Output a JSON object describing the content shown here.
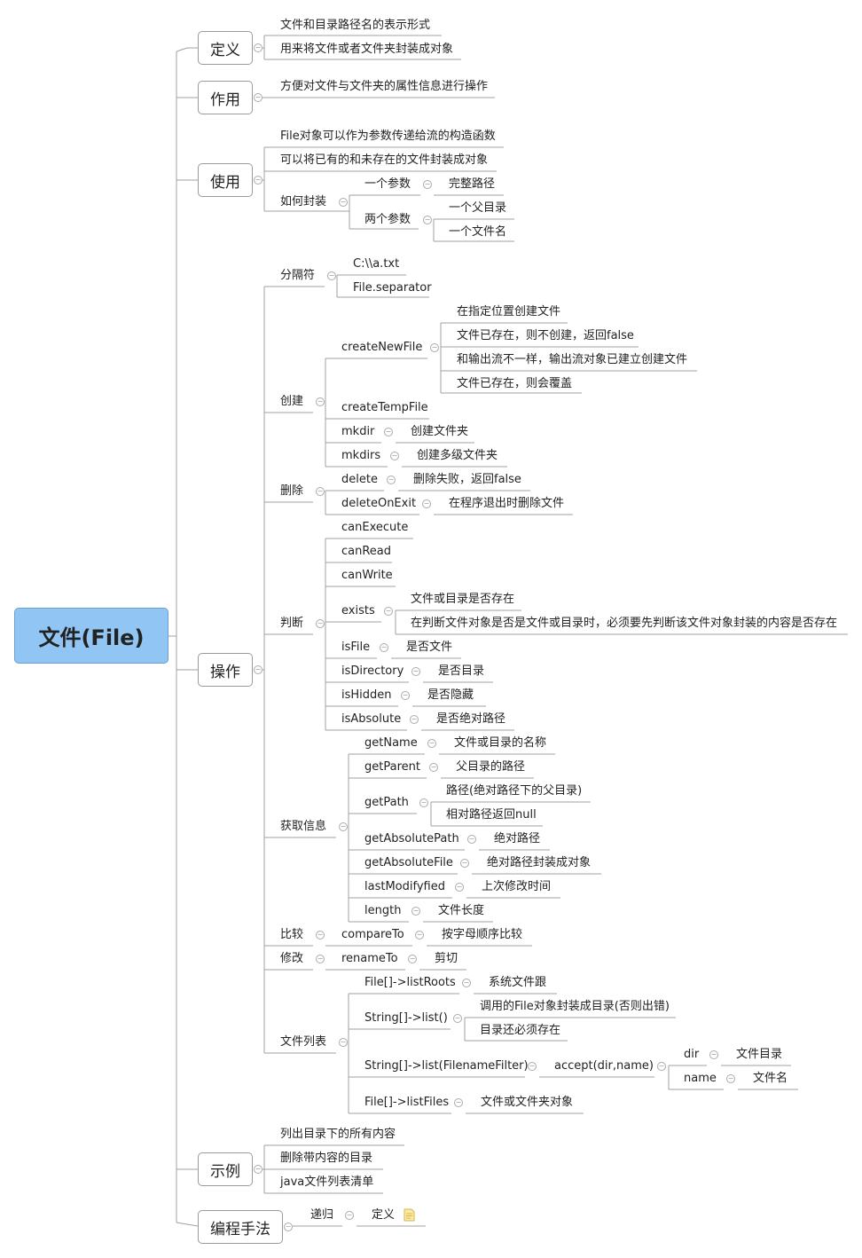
{
  "root": {
    "label": "文件(File)"
  },
  "branches": {
    "define": {
      "label": "定义",
      "items": [
        "文件和目录路径名的表示形式",
        "用来将文件或者文件夹封装成对象"
      ]
    },
    "purpose": {
      "label": "作用",
      "items": [
        "方便对文件与文件夹的属性信息进行操作"
      ]
    },
    "usage": {
      "label": "使用",
      "items": [
        "File对象可以作为参数传递给流的构造函数",
        "可以将已有的和未存在的文件封装成对象",
        "如何封装"
      ],
      "wrap": {
        "one_param": "一个参数",
        "one_param_value": "完整路径",
        "two_params": "两个参数",
        "parent_dir": "一个父目录",
        "file_name": "一个文件名"
      }
    },
    "operations": {
      "label": "操作",
      "separator": {
        "label": "分隔符",
        "items": [
          "C:\\\\a.txt",
          "File.separator"
        ]
      },
      "create": {
        "label": "创建",
        "createNewFile": "createNewFile",
        "createNewFile_notes": [
          "在指定位置创建文件",
          "文件已存在，则不创建，返回false",
          "和输出流不一样，输出流对象已建立创建文件",
          "文件已存在，则会覆盖"
        ],
        "createTempFile": "createTempFile",
        "mkdir": "mkdir",
        "mkdir_note": "创建文件夹",
        "mkdirs": "mkdirs",
        "mkdirs_note": "创建多级文件夹"
      },
      "delete": {
        "label": "删除",
        "delete": "delete",
        "delete_note": "删除失败，返回false",
        "deleteOnExit": "deleteOnExit",
        "deleteOnExit_note": "在程序退出时删除文件"
      },
      "judge": {
        "label": "判断",
        "canExecute": "canExecute",
        "canRead": "canRead",
        "canWrite": "canWrite",
        "exists": "exists",
        "exists_notes": [
          "文件或目录是否存在",
          "在判断文件对象是否是文件或目录时，必须要先判断该文件对象封装的内容是否存在"
        ],
        "isFile": "isFile",
        "isFile_note": "是否文件",
        "isDirectory": "isDirectory",
        "isDirectory_note": "是否目录",
        "isHidden": "isHidden",
        "isHidden_note": "是否隐藏",
        "isAbsolute": "isAbsolute",
        "isAbsolute_note": "是否绝对路径"
      },
      "info": {
        "label": "获取信息",
        "getName": "getName",
        "getName_note": "文件或目录的名称",
        "getParent": "getParent",
        "getParent_note": "父目录的路径",
        "getPath": "getPath",
        "getPath_notes": [
          "路径(绝对路径下的父目录)",
          "相对路径返回null"
        ],
        "getAbsolutePath": "getAbsolutePath",
        "getAbsolutePath_note": "绝对路径",
        "getAbsoluteFile": "getAbsoluteFile",
        "getAbsoluteFile_note": "绝对路径封装成对象",
        "lastModifyfied": "lastModifyfied",
        "lastModifyfied_note": "上次修改时间",
        "length": "length",
        "length_note": "文件长度"
      },
      "compare": {
        "label": "比较",
        "method": "compareTo",
        "note": "按字母顺序比较"
      },
      "modify": {
        "label": "修改",
        "method": "renameTo",
        "note": "剪切"
      },
      "list": {
        "label": "文件列表",
        "listRoots": "File[]->listRoots",
        "listRoots_note": "系统文件跟",
        "list": "String[]->list()",
        "list_notes": [
          "调用的File对象封装成目录(否则出错)",
          "目录还必须存在"
        ],
        "listFilter": "String[]->list(FilenameFilter)",
        "accept": "accept(dir,name)",
        "dir": "dir",
        "dir_note": "文件目录",
        "name": "name",
        "name_note": "文件名",
        "listFiles": "File[]->listFiles",
        "listFiles_note": "文件或文件夹对象"
      }
    },
    "examples": {
      "label": "示例",
      "items": [
        "列出目录下的所有内容",
        "删除带内容的目录",
        "java文件列表清单"
      ]
    },
    "techniques": {
      "label": "编程手法",
      "recursion": "递归",
      "recursion_note": "定义"
    }
  },
  "colors": {
    "root_fill": "#90c5f4",
    "line": "#a0a0a0",
    "toggle": "#aaaaaa",
    "note_icon": "#f0d070"
  },
  "icons": {
    "collapse": "collapse-icon",
    "note": "note-icon"
  }
}
